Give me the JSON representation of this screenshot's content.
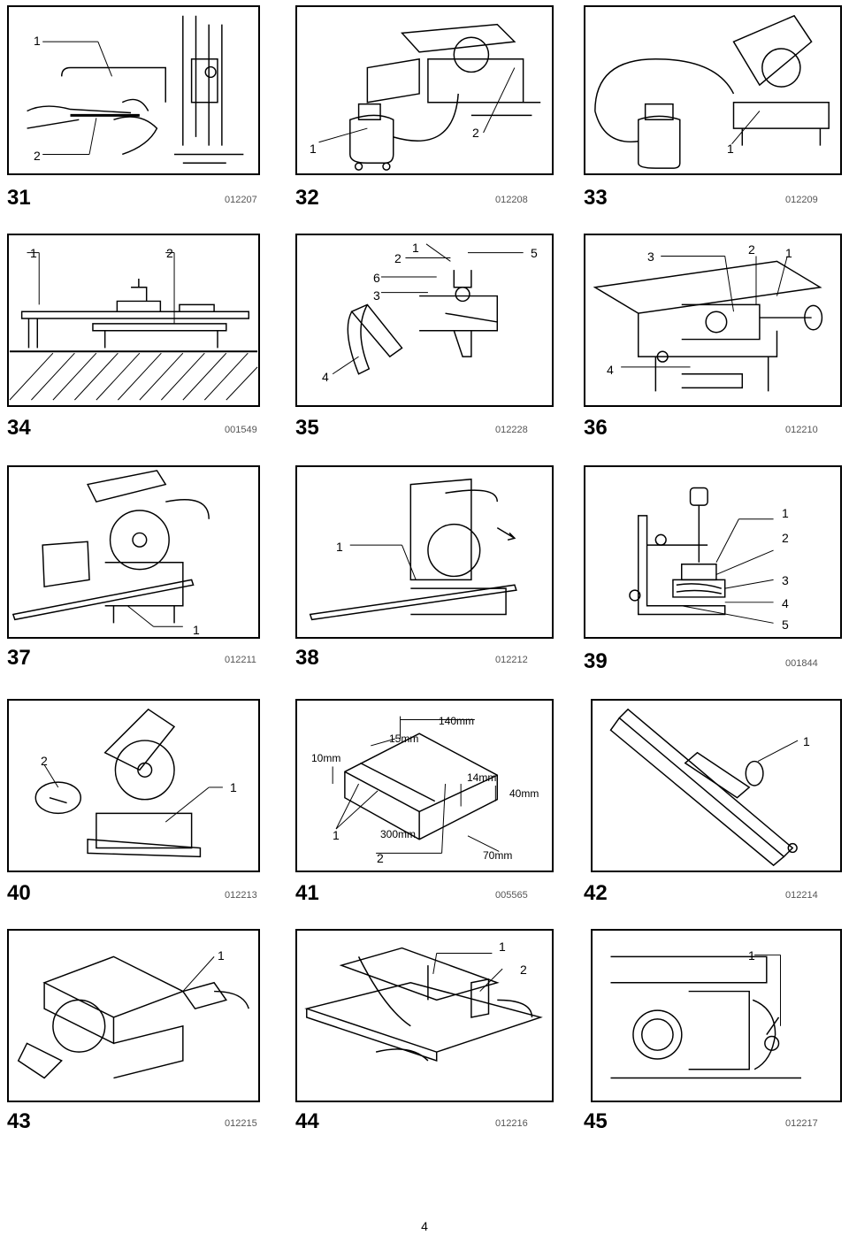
{
  "figures": [
    {
      "number": "31",
      "code": "012207",
      "labels": [
        "1",
        "2"
      ]
    },
    {
      "number": "32",
      "code": "012208",
      "labels": [
        "1",
        "2"
      ]
    },
    {
      "number": "33",
      "code": "012209",
      "labels": [
        "1"
      ]
    },
    {
      "number": "34",
      "code": "001549",
      "labels": [
        "1",
        "2"
      ]
    },
    {
      "number": "35",
      "code": "012228",
      "labels": [
        "1",
        "2",
        "6",
        "3",
        "5",
        "4"
      ]
    },
    {
      "number": "36",
      "code": "012210",
      "labels": [
        "3",
        "2",
        "1",
        "4"
      ]
    },
    {
      "number": "37",
      "code": "012211",
      "labels": [
        "1"
      ]
    },
    {
      "number": "38",
      "code": "012212",
      "labels": [
        "1"
      ]
    },
    {
      "number": "39",
      "code": "001844",
      "labels": [
        "1",
        "2",
        "3",
        "4",
        "5"
      ]
    },
    {
      "number": "40",
      "code": "012213",
      "labels": [
        "2",
        "1"
      ]
    },
    {
      "number": "41",
      "code": "005565",
      "labels": [
        "1",
        "2"
      ],
      "measurements": [
        "140mm",
        "15mm",
        "10mm",
        "14mm",
        "40mm",
        "300mm",
        "70mm"
      ]
    },
    {
      "number": "42",
      "code": "012214",
      "labels": [
        "1"
      ]
    },
    {
      "number": "43",
      "code": "012215",
      "labels": [
        "1"
      ]
    },
    {
      "number": "44",
      "code": "012216",
      "labels": [
        "1",
        "2"
      ]
    },
    {
      "number": "45",
      "code": "012217",
      "labels": [
        "1"
      ]
    }
  ],
  "page_number": "4"
}
